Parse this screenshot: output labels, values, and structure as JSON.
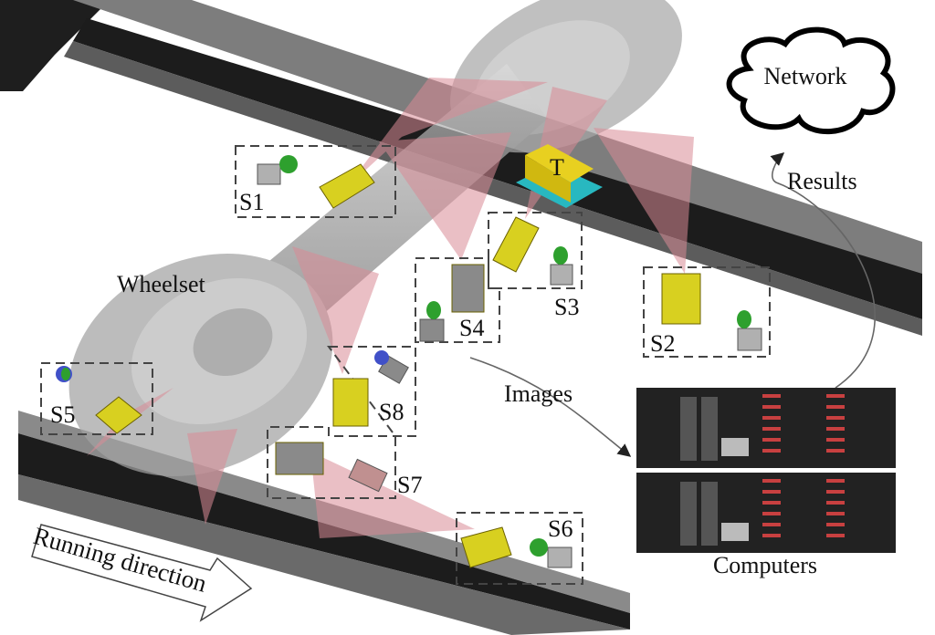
{
  "labels": {
    "network": "Network",
    "results": "Results",
    "wheelset": "Wheelset",
    "target": "T",
    "images": "Images",
    "computers": "Computers",
    "running_direction": "Running direction"
  },
  "sensors": [
    {
      "id": "s1",
      "label": "S1"
    },
    {
      "id": "s2",
      "label": "S2"
    },
    {
      "id": "s3",
      "label": "S3"
    },
    {
      "id": "s4",
      "label": "S4"
    },
    {
      "id": "s5",
      "label": "S5"
    },
    {
      "id": "s6",
      "label": "S6"
    },
    {
      "id": "s7",
      "label": "S7"
    },
    {
      "id": "s8",
      "label": "S8"
    }
  ],
  "colors": {
    "rail_dark": "#1c1c1c",
    "rail_gray": "#8a8a8a",
    "wheel_gray": "#a9a9a9",
    "beam_pink": "#d98a96",
    "laser_yellow": "#d8d020",
    "target_cyan": "#28b8c0",
    "camera_green": "#2ea02e",
    "server_dark": "#222222",
    "server_red": "#c84040"
  }
}
